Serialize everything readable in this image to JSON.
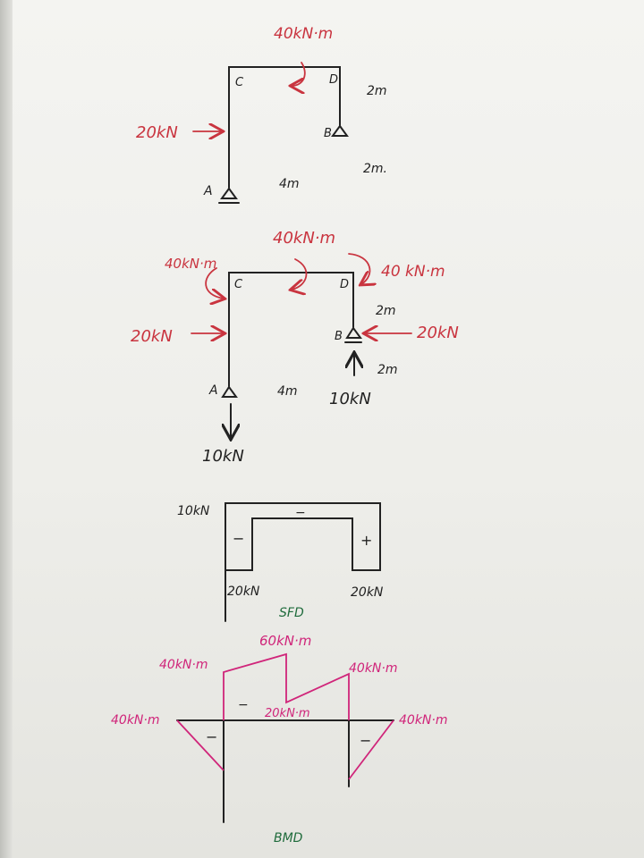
{
  "fig1": {
    "moment": "40kN·m",
    "node_c": "C",
    "node_d": "D",
    "dim_right_top": "2m",
    "load": "20kN",
    "node_b": "B",
    "dim_right_bottom": "2m.",
    "node_a": "A",
    "span": "4m"
  },
  "fig2": {
    "moment_top": "40kN·m",
    "moment_c": "40kN·m",
    "moment_d": "40 kN·m",
    "node_c": "C",
    "node_d": "D",
    "dim_top": "2m",
    "load_left": "20kN",
    "load_right": "20kN",
    "node_b": "B",
    "dim_bottom": "2m",
    "node_a": "A",
    "span": "4m",
    "reaction_b": "10kN",
    "reaction_a": "10kN"
  },
  "sfd": {
    "top_label": "10kN",
    "beam_sign": "−",
    "left_sign": "−",
    "right_sign": "+",
    "left_value": "20kN",
    "right_value": "20kN",
    "caption": "SFD"
  },
  "bmd": {
    "peak": "60kN·m",
    "left_top": "40kN·m",
    "right_top": "40kN·m",
    "beam_sign": "−",
    "mid": "20kN·m",
    "left_side": "40kN·m",
    "right_side": "40kN·m",
    "left_sign": "−",
    "right_sign": "−",
    "caption": "BMD"
  },
  "colors": {
    "ink": "#222222",
    "red": "#c9343f",
    "pink": "#d0257a",
    "green": "#1f6b3c"
  }
}
